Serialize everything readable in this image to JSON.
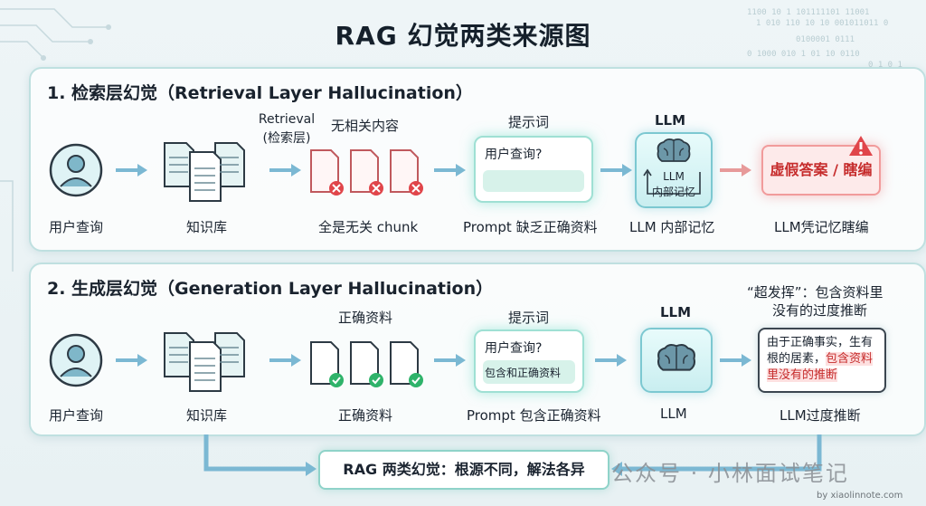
{
  "title": "RAG 幻觉两类来源图",
  "panel1": {
    "heading": "1. 检索层幻觉（Retrieval Layer Hallucination）",
    "user_label": "用户查询",
    "kb_label": "知识库",
    "retrieval_label_1": "Retrieval",
    "retrieval_label_2": "(检索层)",
    "chunk_header": "无相关内容",
    "chunk_label": "全是无关 chunk",
    "prompt_header": "提示词",
    "prompt_query": "用户查询?",
    "prompt_label": "Prompt 缺乏正确资料",
    "llm_header": "LLM",
    "llm_inner_1": "LLM",
    "llm_inner_2": "内部记忆",
    "llm_label": "LLM 内部记忆",
    "output_text": "虚假答案 / 瞎编",
    "output_label": "LLM凭记忆瞎编"
  },
  "panel2": {
    "heading": "2. 生成层幻觉（Generation Layer Hallucination）",
    "user_label": "用户查询",
    "kb_label": "知识库",
    "chunk_header": "正确资料",
    "chunk_label": "正确资料",
    "prompt_header": "提示词",
    "prompt_query": "用户查询?",
    "prompt_inner": "包含和正确资料",
    "prompt_label": "Prompt 包含正确资料",
    "llm_header": "LLM",
    "llm_label": "LLM",
    "callout_1": "“超发挥”：包含资料里",
    "callout_2": "没有的过度推断",
    "reason_1": "由于正确事实，生有",
    "reason_2a": "根的居素，",
    "reason_2b": "包含资料",
    "reason_3": "里没有的推断",
    "output_label": "LLM过度推断"
  },
  "bottom": {
    "summary": "RAG 两类幻觉：根源不同，解法各异",
    "watermark": "公众号 · 小林面试笔记",
    "credit": "by xiaolinnote.com"
  },
  "binary_lines": [
    "1100  10  1 101111101 11001",
    "1 010 110 10 10 001011011 0",
    "0100001 0111",
    "0 1000 010 1      01 10 0110",
    "0 1 0 1"
  ],
  "colors": {
    "accent_teal": "#8fd3c9",
    "error_red": "#e0454a",
    "ok_green": "#2fb36a",
    "arrow_blue": "#7bb8d3",
    "arrow_red": "#e79a9a"
  }
}
